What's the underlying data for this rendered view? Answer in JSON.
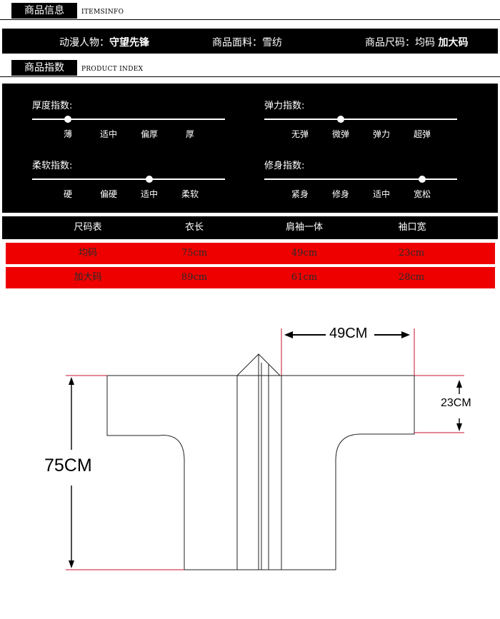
{
  "section1": {
    "tag": "商品信息",
    "sub": "ITEMSINFO"
  },
  "info": {
    "character_label": "动漫人物：",
    "character_value": "守望先锋",
    "fabric_label": "商品面料：",
    "fabric_value": "雪纺",
    "size_label": "商品尺码：",
    "size_value": "均码",
    "size_value2": "加大码"
  },
  "section2": {
    "tag": "商品指数",
    "sub": "PRODUCT INDEX"
  },
  "indices": [
    {
      "title": "厚度指数:",
      "options": [
        "薄",
        "适中",
        "偏厚",
        "厚"
      ],
      "selected_index": 0
    },
    {
      "title": "弹力指数:",
      "options": [
        "无弹",
        "微弹",
        "弹力",
        "超弹"
      ],
      "selected_index": 1
    },
    {
      "title": "柔软指数:",
      "options": [
        "硬",
        "偏硬",
        "适中",
        "柔软"
      ],
      "selected_index": 2
    },
    {
      "title": "修身指数:",
      "options": [
        "紧身",
        "修身",
        "适中",
        "宽松"
      ],
      "selected_index": 3
    }
  ],
  "size_table": {
    "headers": [
      "尺码表",
      "衣长",
      "肩袖一体",
      "袖口宽"
    ],
    "rows": [
      [
        "均码",
        "75cm",
        "49cm",
        "23cm"
      ],
      [
        "加大码",
        "89cm",
        "61cm",
        "28cm"
      ]
    ]
  },
  "diagram": {
    "length_label": "75CM",
    "shoulder_sleeve_label": "49CM",
    "cuff_label": "23CM"
  },
  "colors": {
    "accent_red": "#ee0000",
    "dimension_red": "#c8102e",
    "black": "#000000"
  }
}
